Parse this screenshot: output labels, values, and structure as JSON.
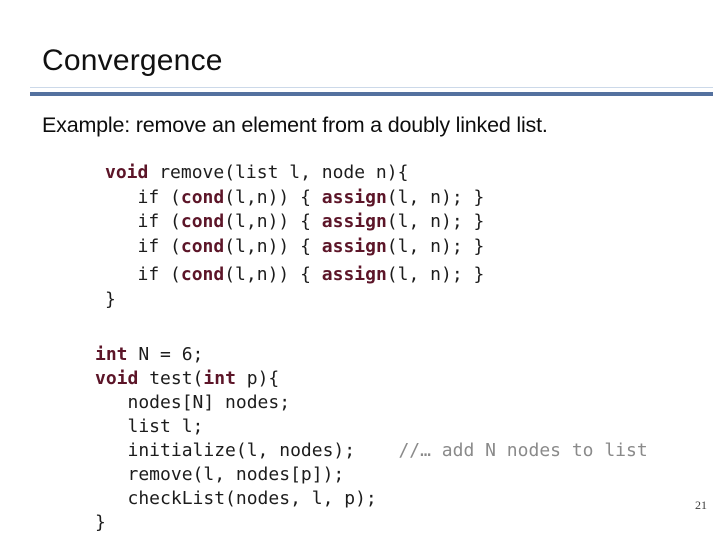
{
  "slide": {
    "title": "Convergence",
    "subtitle": "Example: remove an element from a doubly linked list.",
    "page_number": "21",
    "colors": {
      "background": "#ffffff",
      "rule": "#54719f",
      "rule_light": "#ccd9e9",
      "keyword": "#5c1528",
      "code_text": "#1c1c1c",
      "comment": "#8a8a8a"
    }
  },
  "code_blocks": [
    {
      "name": "remove-function",
      "lines": [
        {
          "spacer": false,
          "segments": [
            [
              "kw",
              "void"
            ],
            [
              "pl",
              " remove(list l, node n){"
            ]
          ]
        },
        {
          "spacer": false,
          "segments": [
            [
              "pl",
              "   if ("
            ],
            [
              "kw",
              "cond"
            ],
            [
              "pl",
              "(l,n)) { "
            ],
            [
              "kw",
              "assign"
            ],
            [
              "pl",
              "(l, n); }"
            ]
          ]
        },
        {
          "spacer": false,
          "segments": [
            [
              "pl",
              "   if ("
            ],
            [
              "kw",
              "cond"
            ],
            [
              "pl",
              "(l,n)) { "
            ],
            [
              "kw",
              "assign"
            ],
            [
              "pl",
              "(l, n); }"
            ]
          ]
        },
        {
          "spacer": false,
          "segments": [
            [
              "pl",
              "   if ("
            ],
            [
              "kw",
              "cond"
            ],
            [
              "pl",
              "(l,n)) { "
            ],
            [
              "kw",
              "assign"
            ],
            [
              "pl",
              "(l, n); }"
            ]
          ]
        },
        {
          "spacer": true,
          "segments": [
            [
              "pl",
              "   if ("
            ],
            [
              "kw",
              "cond"
            ],
            [
              "pl",
              "(l,n)) { "
            ],
            [
              "kw",
              "assign"
            ],
            [
              "pl",
              "(l, n); }"
            ]
          ]
        },
        {
          "spacer": false,
          "segments": [
            [
              "pl",
              "}"
            ]
          ]
        }
      ]
    },
    {
      "name": "test-function",
      "lines": [
        {
          "spacer": false,
          "segments": [
            [
              "kw",
              "int"
            ],
            [
              "pl",
              " N = 6;"
            ]
          ]
        },
        {
          "spacer": false,
          "segments": [
            [
              "kw",
              "void"
            ],
            [
              "pl",
              " test("
            ],
            [
              "kw",
              "int"
            ],
            [
              "pl",
              " p){"
            ]
          ]
        },
        {
          "spacer": false,
          "segments": [
            [
              "pl",
              "   nodes[N] nodes;"
            ]
          ]
        },
        {
          "spacer": false,
          "segments": [
            [
              "pl",
              "   list l;"
            ]
          ]
        },
        {
          "spacer": false,
          "segments": [
            [
              "pl",
              "   initialize(l, nodes);    "
            ],
            [
              "cm",
              "//… add N nodes to list"
            ]
          ]
        },
        {
          "spacer": false,
          "segments": [
            [
              "pl",
              "   remove(l, nodes[p]);"
            ]
          ]
        },
        {
          "spacer": false,
          "segments": [
            [
              "pl",
              "   checkList(nodes, l, p);"
            ]
          ]
        },
        {
          "spacer": false,
          "segments": [
            [
              "pl",
              "}"
            ]
          ]
        }
      ]
    }
  ]
}
